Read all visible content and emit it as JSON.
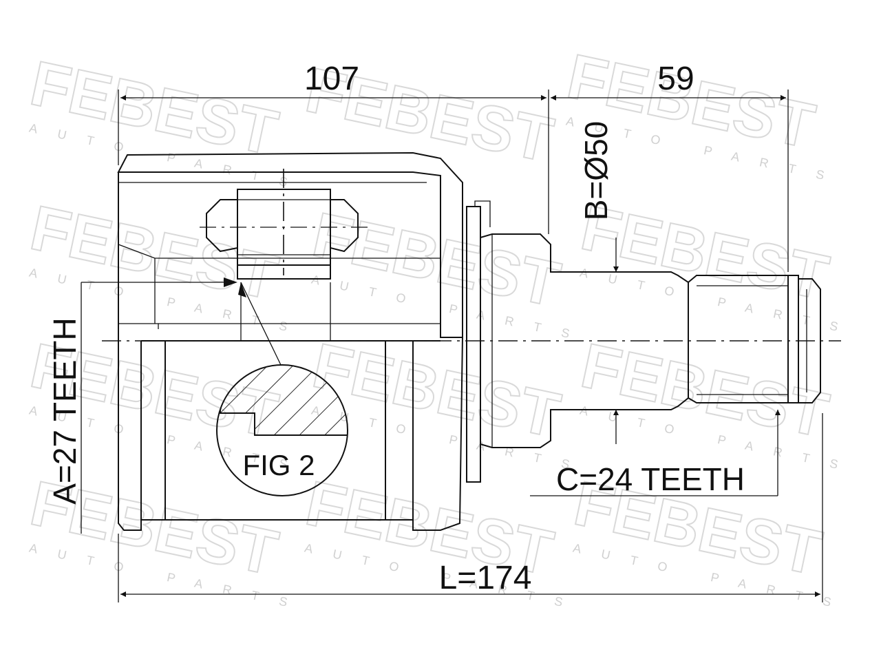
{
  "dimensions": {
    "housing_length": "107",
    "shaft_length": "59",
    "shaft_diameter": "B=Ø50",
    "inner_spline": "A=27 TEETH",
    "outer_spline": "C=24 TEETH",
    "total_length": "L=174"
  },
  "figure_label": "FIG 2",
  "watermark": {
    "brand": "FEBEST",
    "subtitle": "AUTO PARTS"
  }
}
